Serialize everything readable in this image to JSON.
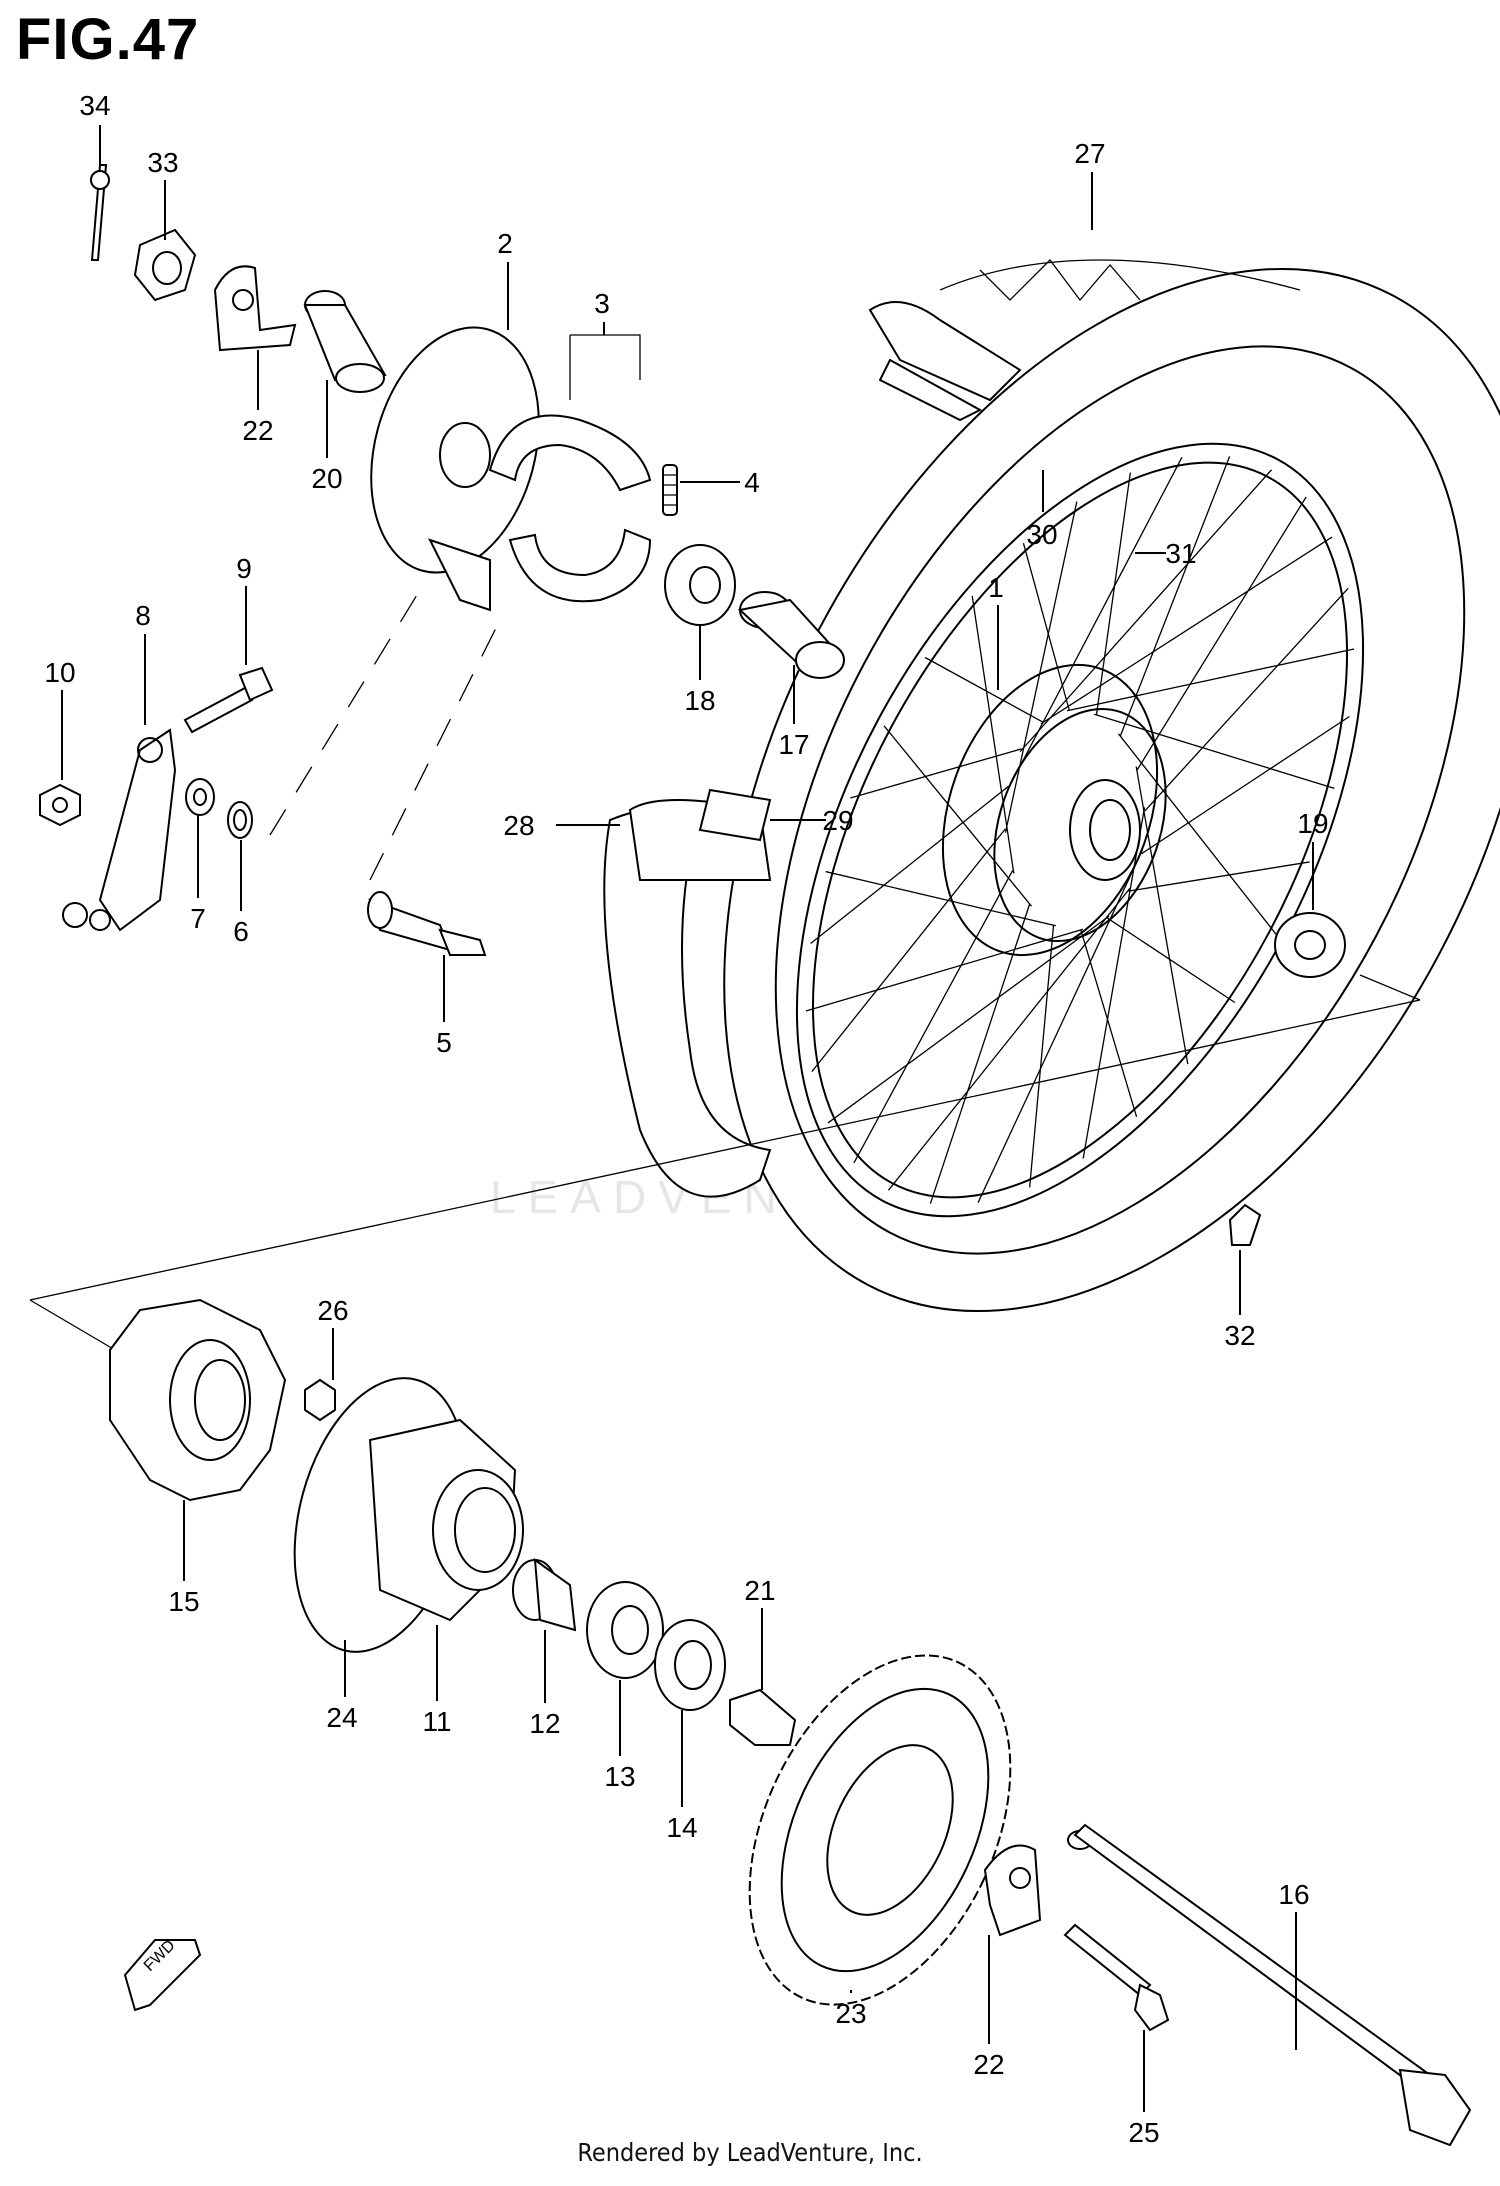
{
  "figure": {
    "title": "FIG.47",
    "footer": "Rendered by LeadVenture, Inc.",
    "watermark": "LEADVENTURE",
    "fwd_label": "FWD"
  },
  "callouts": [
    {
      "id": "34",
      "label": "34"
    },
    {
      "id": "33",
      "label": "33"
    },
    {
      "id": "22a",
      "label": "22"
    },
    {
      "id": "20",
      "label": "20"
    },
    {
      "id": "2",
      "label": "2"
    },
    {
      "id": "3",
      "label": "3"
    },
    {
      "id": "4",
      "label": "4"
    },
    {
      "id": "27",
      "label": "27"
    },
    {
      "id": "30",
      "label": "30"
    },
    {
      "id": "31",
      "label": "31"
    },
    {
      "id": "1",
      "label": "1"
    },
    {
      "id": "9",
      "label": "9"
    },
    {
      "id": "8",
      "label": "8"
    },
    {
      "id": "10",
      "label": "10"
    },
    {
      "id": "7",
      "label": "7"
    },
    {
      "id": "6",
      "label": "6"
    },
    {
      "id": "18",
      "label": "18"
    },
    {
      "id": "17",
      "label": "17"
    },
    {
      "id": "28",
      "label": "28"
    },
    {
      "id": "29",
      "label": "29"
    },
    {
      "id": "19",
      "label": "19"
    },
    {
      "id": "5",
      "label": "5"
    },
    {
      "id": "32",
      "label": "32"
    },
    {
      "id": "26",
      "label": "26"
    },
    {
      "id": "15",
      "label": "15"
    },
    {
      "id": "24",
      "label": "24"
    },
    {
      "id": "11",
      "label": "11"
    },
    {
      "id": "12",
      "label": "12"
    },
    {
      "id": "21",
      "label": "21"
    },
    {
      "id": "13",
      "label": "13"
    },
    {
      "id": "14",
      "label": "14"
    },
    {
      "id": "16",
      "label": "16"
    },
    {
      "id": "23",
      "label": "23"
    },
    {
      "id": "22b",
      "label": "22"
    },
    {
      "id": "25",
      "label": "25"
    }
  ]
}
